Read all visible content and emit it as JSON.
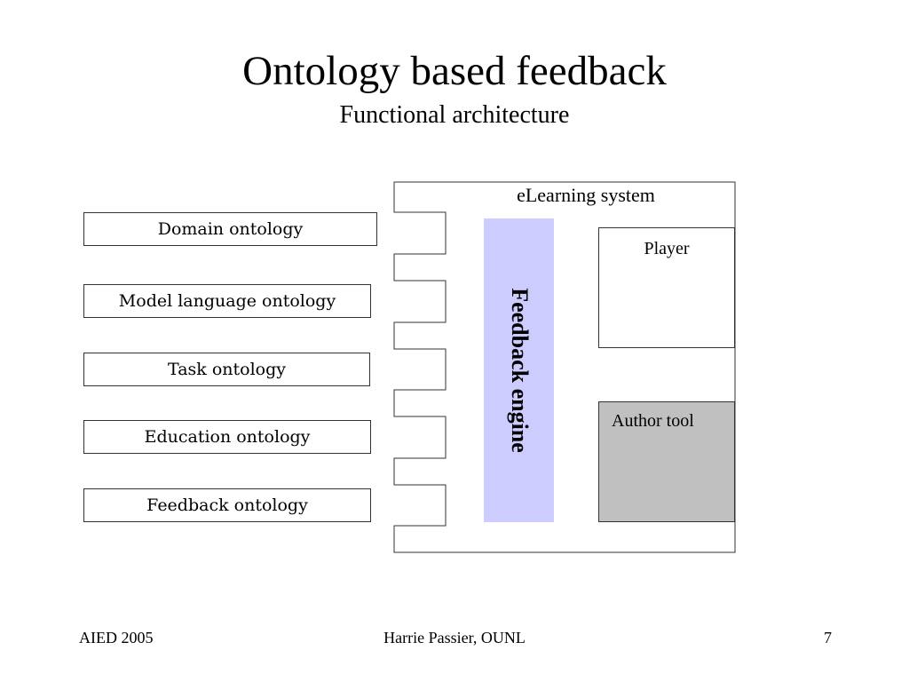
{
  "slide": {
    "title": "Ontology based feedback",
    "subtitle": "Functional architecture"
  },
  "ontologies": [
    "Domain ontology",
    "Model language ontology",
    "Task ontology",
    "Education ontology",
    "Feedback ontology"
  ],
  "system": {
    "label": "eLearning system",
    "engine_label": "Feedback engine",
    "player_label": "Player",
    "author_label": "Author tool"
  },
  "colors": {
    "engine_fill": "#ccccff",
    "author_fill": "#c0c0c0"
  },
  "footer": {
    "left": "AIED 2005",
    "center": "Harrie Passier, OUNL",
    "right": "7"
  }
}
